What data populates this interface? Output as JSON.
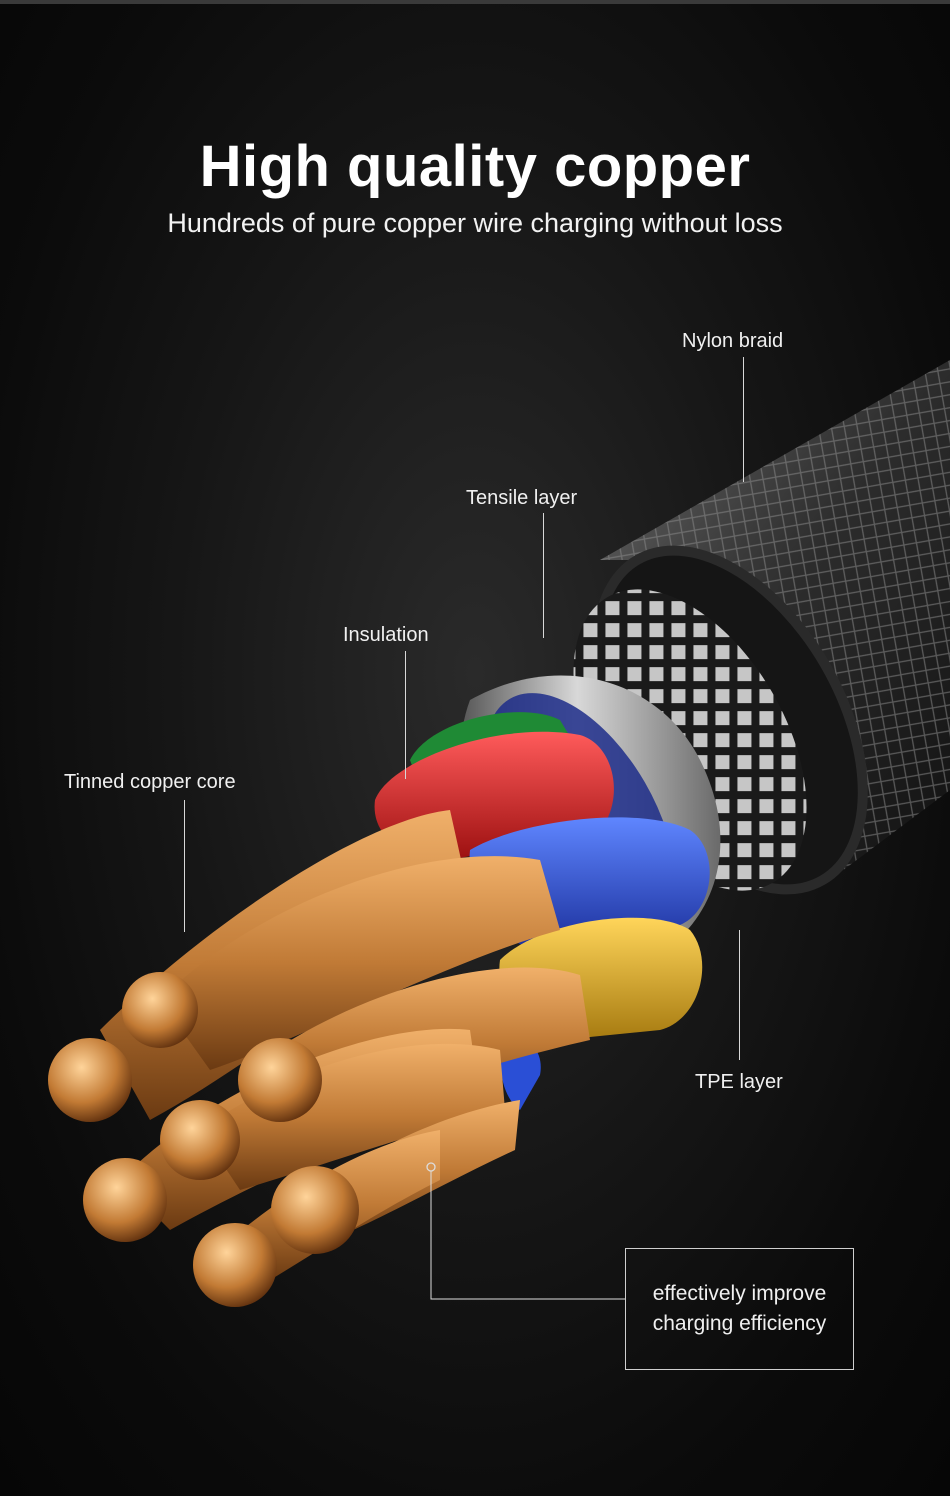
{
  "header": {
    "title": "High quality copper",
    "subtitle": "Hundreds of pure copper wire charging without loss"
  },
  "labels": {
    "nylon_braid": "Nylon braid",
    "tensile_layer": "Tensile layer",
    "insulation": "Insulation",
    "tinned_copper_core": "Tinned copper core",
    "tpe_layer": "TPE layer"
  },
  "callout": {
    "line1": "effectively improve",
    "line2": "charging efficiency"
  },
  "colors": {
    "background": "#0b0b0b",
    "copper": "#c8894a",
    "red_insulation": "#d42a2a",
    "blue_insulation": "#2a4fd6",
    "yellow_insulation": "#e0b12a",
    "green_insulation": "#2a9a3c",
    "text": "#ffffff"
  }
}
